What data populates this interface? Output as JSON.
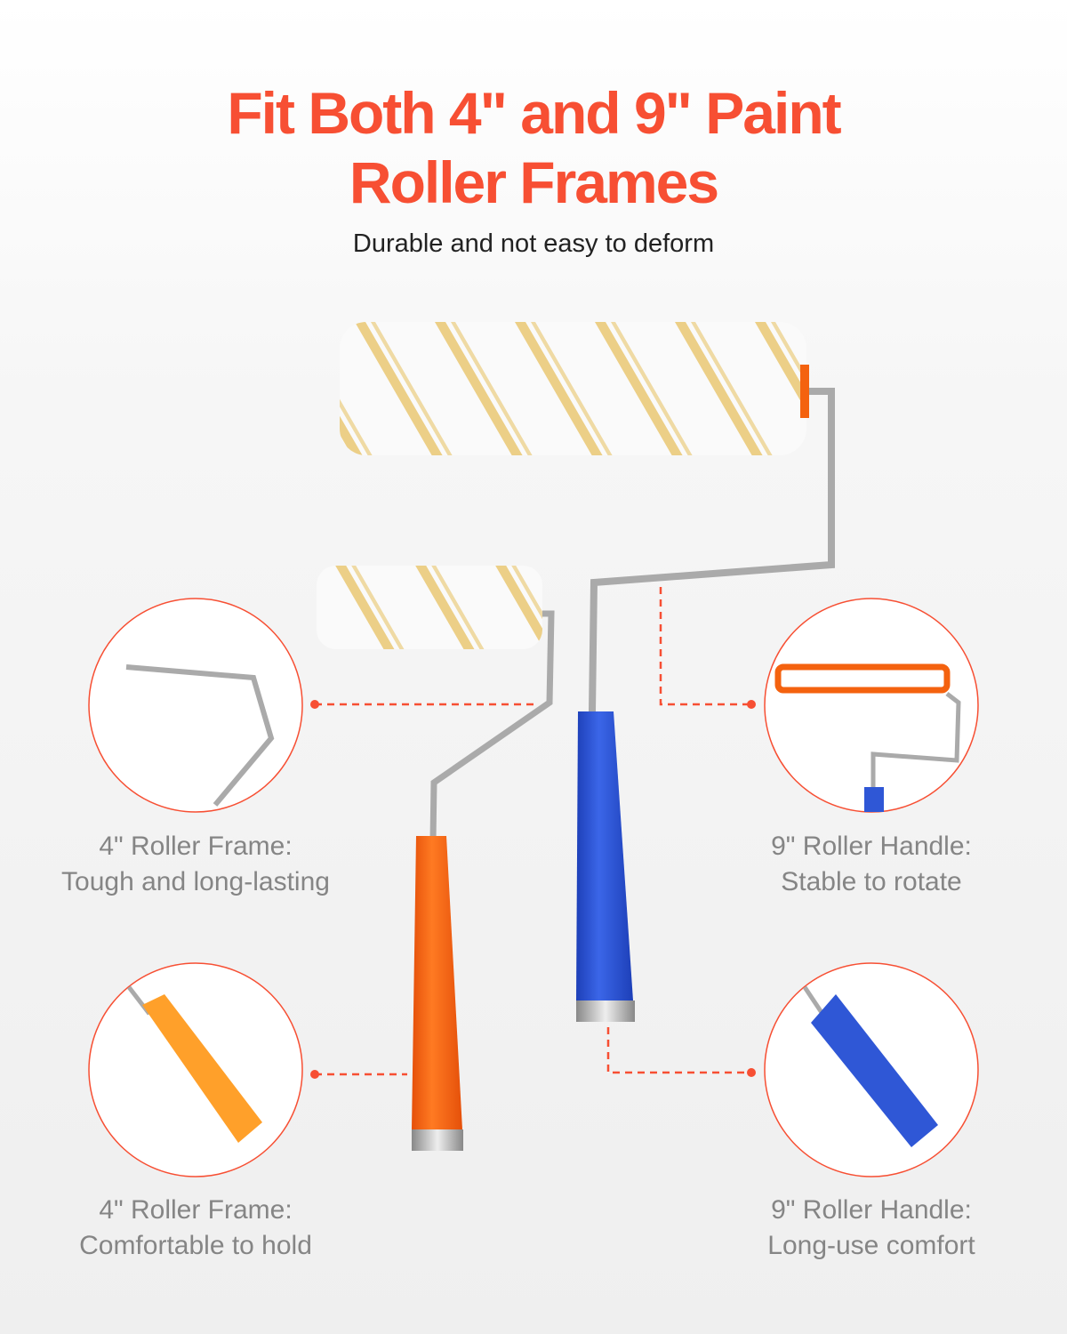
{
  "title_line1": "Fit Both 4\" and 9\" Paint",
  "title_line2": "Roller Frames",
  "subtitle": "Durable and not easy to deform",
  "callouts": [
    {
      "line1": "4\" Roller Frame:",
      "line2": "Tough and long-lasting"
    },
    {
      "line1": "9\" Roller Handle:",
      "line2": "Stable to rotate"
    },
    {
      "line1": "4\" Roller Frame:",
      "line2": "Comfortable to hold"
    },
    {
      "line1": "9\" Roller Handle:",
      "line2": "Long-use comfort"
    }
  ],
  "colors": {
    "accent": "#f74f33",
    "orange_handle": "#f4620f",
    "blue_handle": "#2f57d6"
  }
}
